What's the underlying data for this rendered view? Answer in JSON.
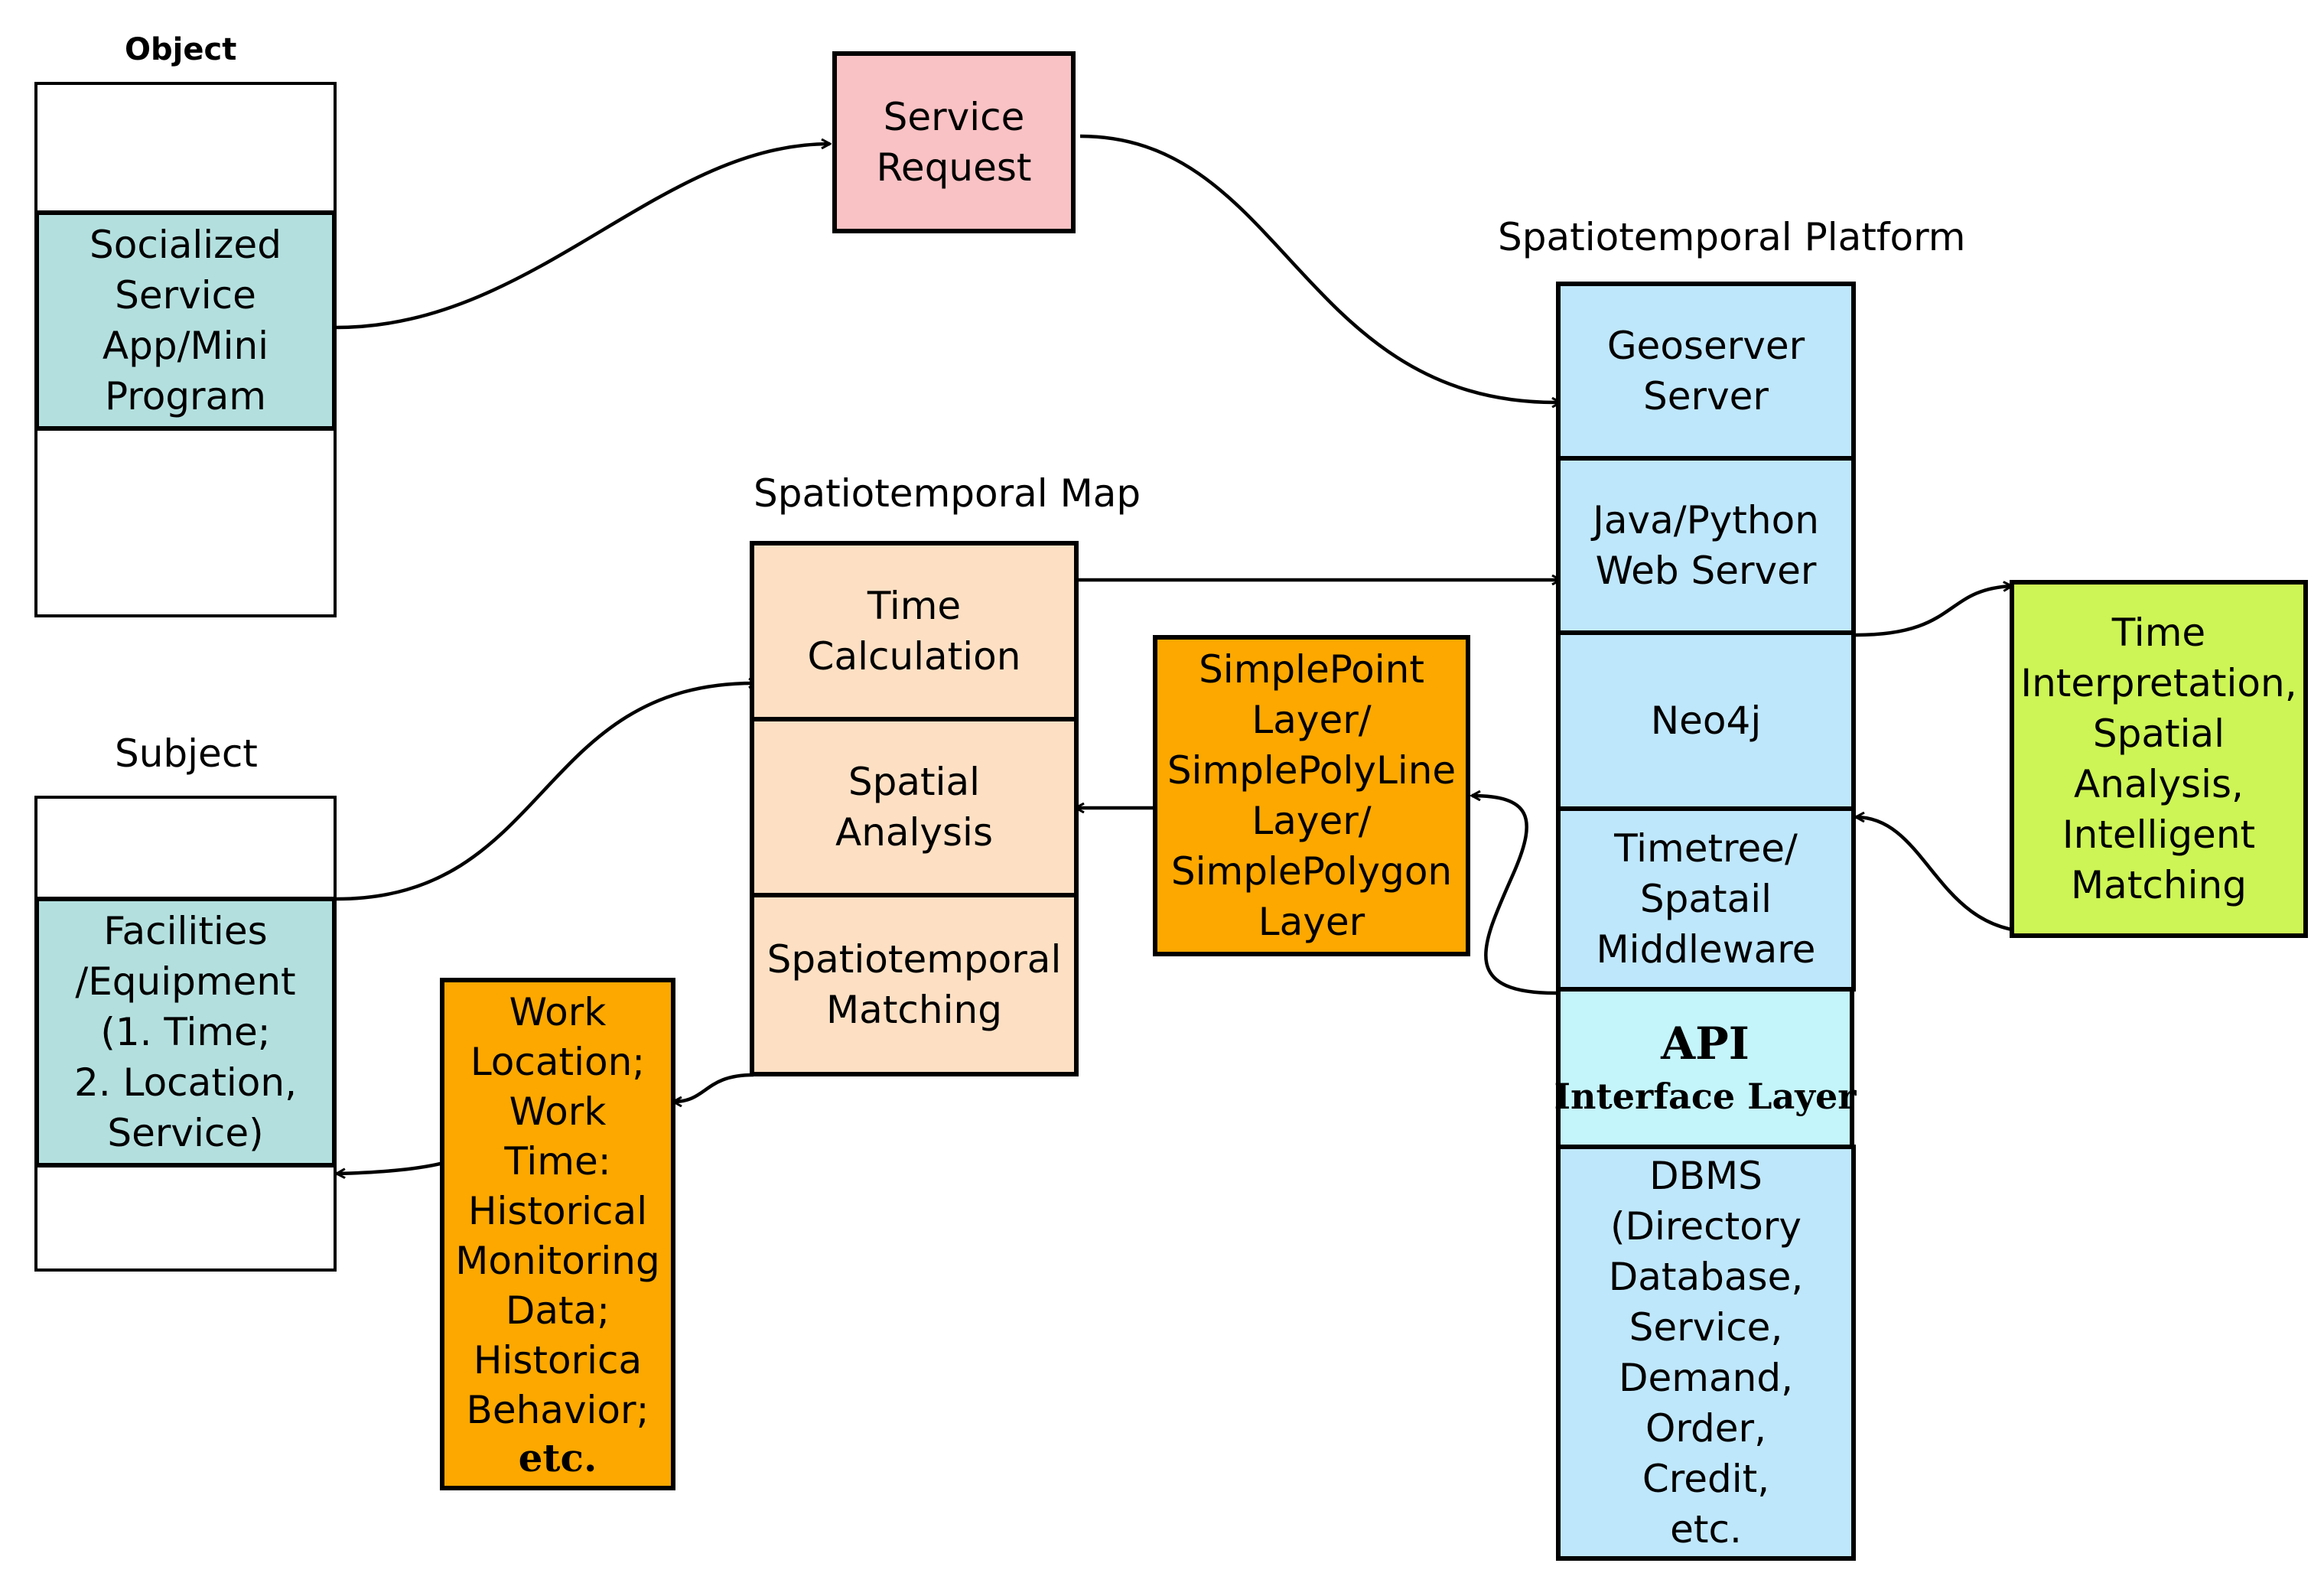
{
  "titles": {
    "object": "Object",
    "subject": "Subject",
    "map": "Spatiotemporal Map",
    "platform": "Spatiotemporal Platform"
  },
  "object": {
    "label": "Socialized\nService\nApp/Mini\nProgram"
  },
  "subject": {
    "label": "Facilities\n/Equipment\n(1. Time;\n2. Location,\nService)"
  },
  "service_request": {
    "label": "Service\nRequest"
  },
  "map": {
    "time_calculation": "Time\nCalculation",
    "spatial_analysis": "Spatial\nAnalysis",
    "spatiotemporal_matching": "Spatiotemporal\nMatching"
  },
  "layers": {
    "label": "SimplePoint\nLayer/\nSimplePolyLine\nLayer/\nSimplePolygon\nLayer"
  },
  "work": {
    "label": "Work\nLocation;\nWork\nTime:\nHistorical\nMonitoring\nData;\nHistorica\nBehavior;",
    "etc": "etc."
  },
  "platform": {
    "geoserver": "Geoserver\nServer",
    "web_server": "Java/Python\nWeb Server",
    "neo4j": "Neo4j",
    "middleware": "Timetree/\nSpatail\nMiddleware",
    "api_title": "API",
    "api_subtitle": "Interface Layer",
    "dbms": "DBMS\n(Directory\nDatabase,\nService,\nDemand,\nOrder,\nCredit,\netc."
  },
  "analysis": {
    "label": "Time\nInterpretation,\nSpatial\nAnalysis,\nIntelligent\nMatching"
  },
  "colors": {
    "teal": "#b3e0df",
    "pink": "#f9c2c4",
    "peach": "#fde0c4",
    "orange": "#fca800",
    "blue": "#bfe7fb",
    "cyan": "#c4f5fb",
    "lime": "#cdf555"
  }
}
